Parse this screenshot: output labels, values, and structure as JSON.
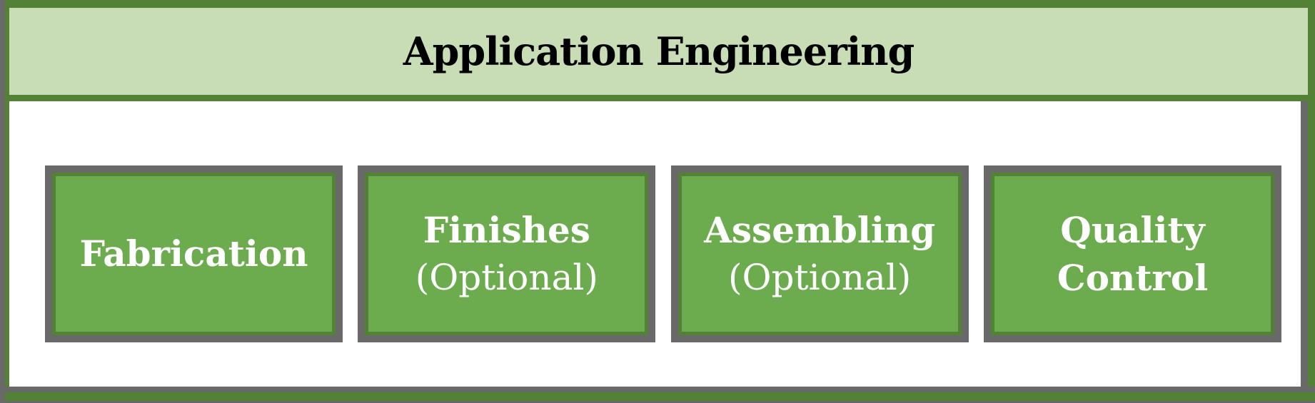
{
  "header": {
    "title": "Application Engineering"
  },
  "boxes": [
    {
      "label": "Fabrication",
      "sublabel": ""
    },
    {
      "label": "Finishes",
      "sublabel": "(Optional)"
    },
    {
      "label": "Assembling",
      "sublabel": "(Optional)"
    },
    {
      "label": "Quality Control",
      "sublabel": ""
    }
  ],
  "colors": {
    "frame_green": "#538135",
    "box_fill": "#6cab4e",
    "header_bg": "#c8ddb6",
    "shadow_gray": "#696969",
    "box_text": "#ffffff",
    "header_text": "#000000"
  }
}
